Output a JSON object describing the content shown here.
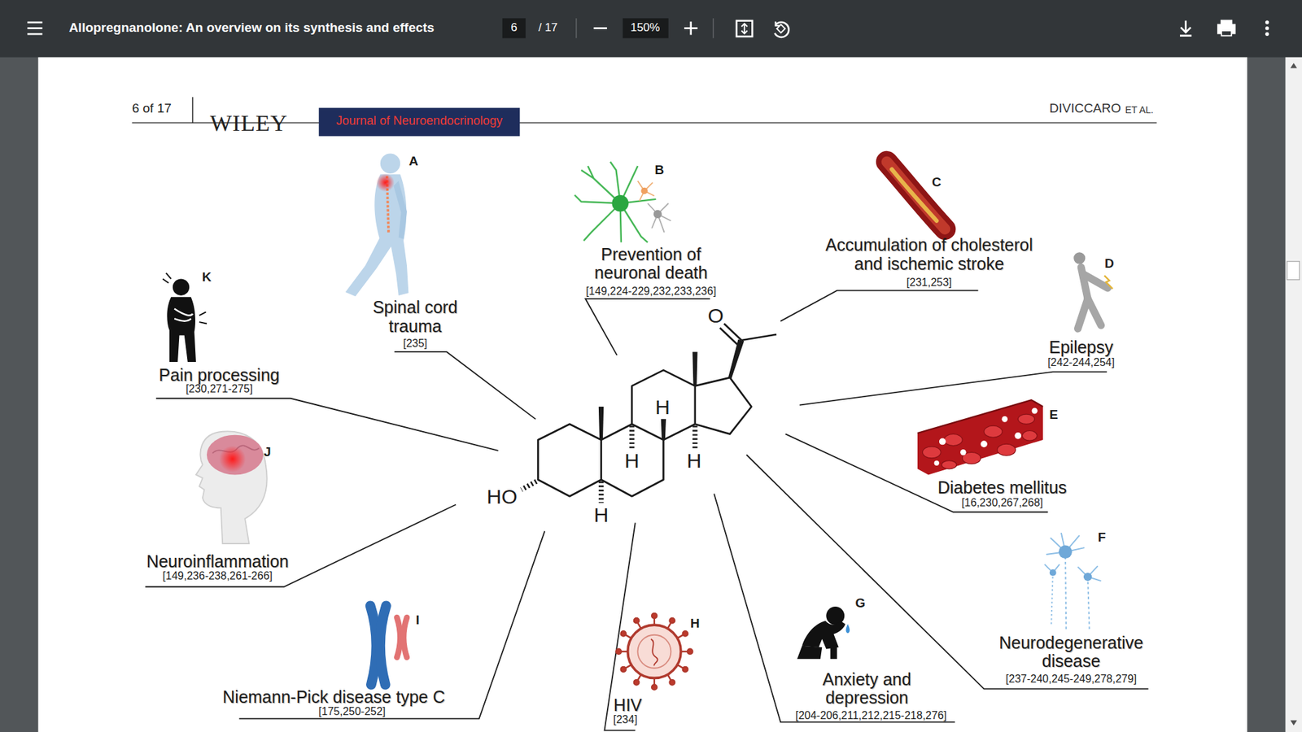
{
  "diagram": {
    "labels": [
      "Allopregnanolone: An overview on its synthesis and effects",
      "6",
      "/ 17",
      "150%",
      "6 of 17",
      "WILEY",
      "Journal of Neuroendocrinology",
      "DIVICCARO",
      "ET AL.",
      "A",
      "Spinal cord trauma",
      "[235]",
      "B",
      "Prevention of neuronal death",
      "[149,224-229,232,233,236]",
      "C",
      "Accumulation of cholesterol and ischemic stroke",
      "[231,253]",
      "D",
      "Epilepsy",
      "[242-244,254]",
      "E",
      "Diabetes mellitus",
      "[16,230,267,268]",
      "F",
      "Neurodegenerative disease",
      "[237-240,245-249,278,279]",
      "G",
      "Anxiety and depression",
      "[204-206,211,212,215-218,276]",
      "H",
      "HIV",
      "[234]",
      "I",
      "Niemann-Pick disease type C",
      "[175,250-252]",
      "J",
      "Neuroinflammation",
      "[149,236-238,261-266]",
      "K",
      "Pain processing",
      "[230,271-275]",
      "O",
      "HO",
      "H",
      "H",
      "H",
      "H"
    ]
  }
}
